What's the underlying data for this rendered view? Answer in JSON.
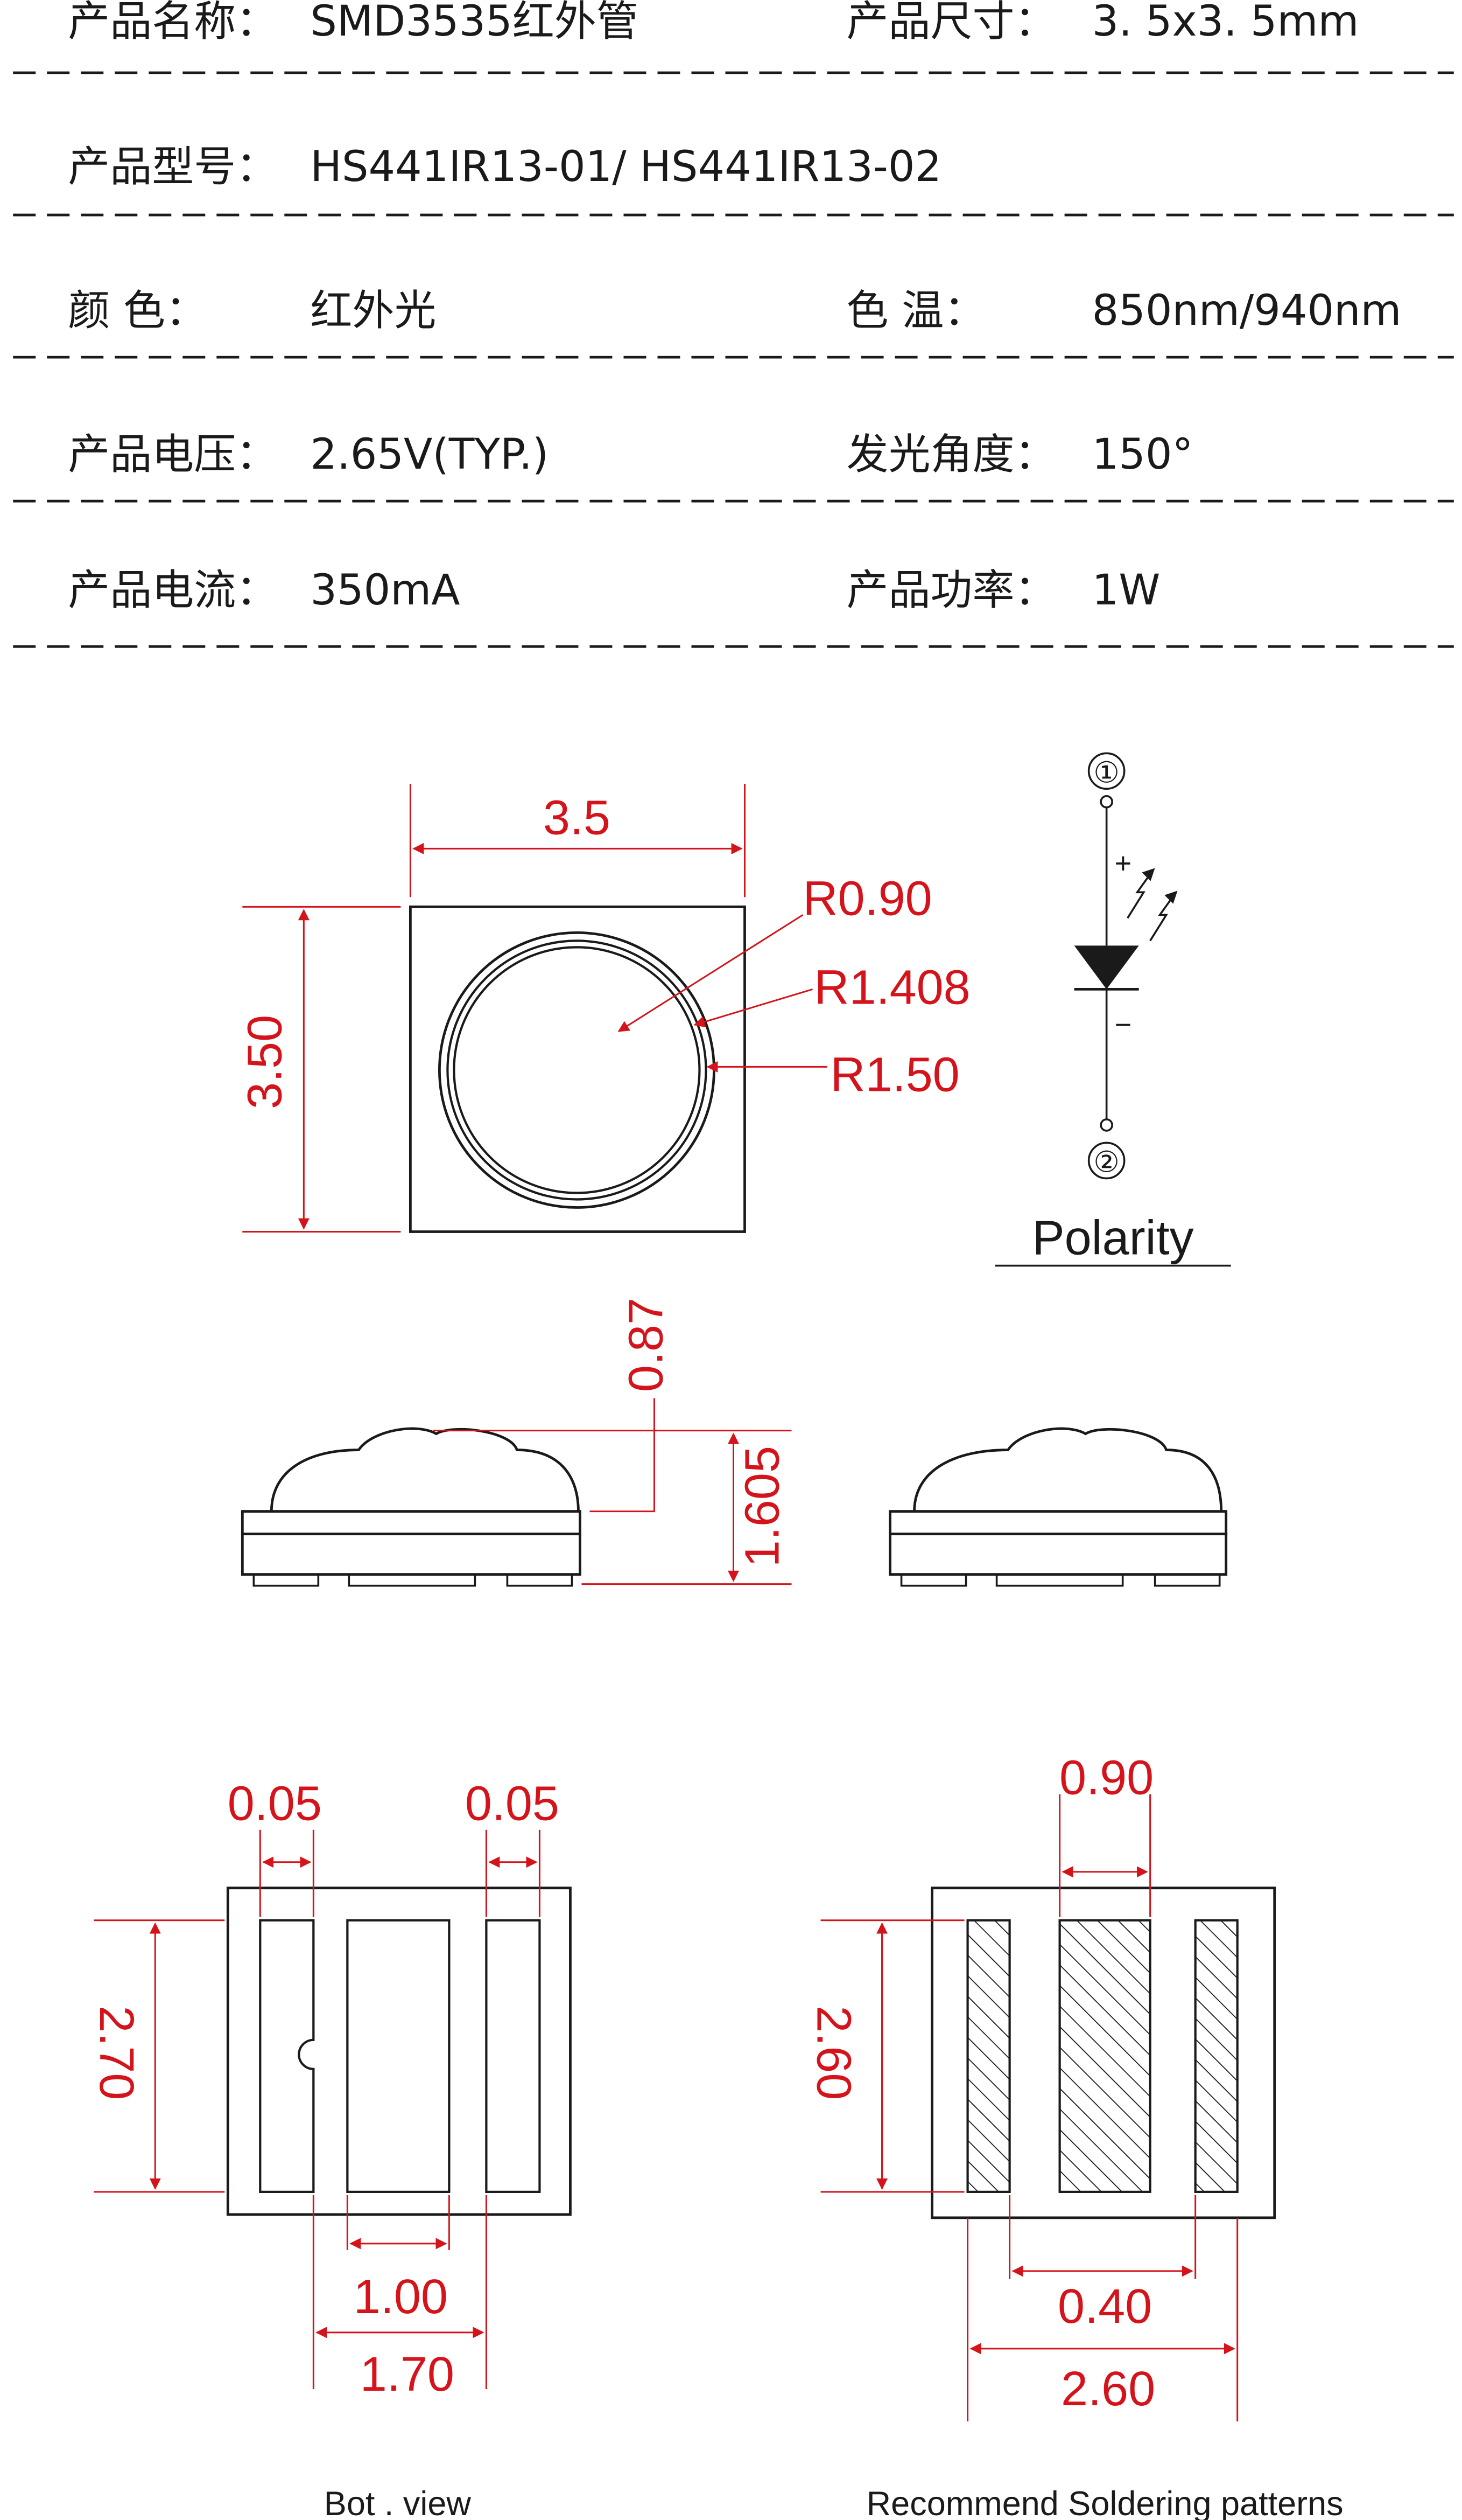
{
  "specs": [
    [
      {
        "label": "产品名称：",
        "value": "SMD3535红外管"
      },
      {
        "label": "产品尺寸：",
        "value": "3. 5x3. 5mm"
      }
    ],
    [
      {
        "label": "产品型号：",
        "value": "HS441IR13-01/ HS441IR13-02"
      }
    ],
    [
      {
        "label": "颜      色：",
        "value": "红外光"
      },
      {
        "label": "色      温：",
        "value": "850nm/940nm"
      }
    ],
    [
      {
        "label": "产品电压：",
        "value": "2.65V(TYP.)"
      },
      {
        "label": "发光角度：",
        "value": "150°"
      }
    ],
    [
      {
        "label": "产品电流：",
        "value": "350mA"
      },
      {
        "label": "产品功率：",
        "value": "1W"
      }
    ]
  ],
  "top_view": {
    "width": "3.5",
    "height": "3.50",
    "radii": [
      "R0.90",
      "R1.408",
      "R1.50"
    ]
  },
  "polarity": {
    "pin1": "①",
    "pin2": "②",
    "plus": "+",
    "minus": "−",
    "label": "Polarity"
  },
  "side_view": {
    "lens_height": "0.87",
    "total_height": "1.605"
  },
  "bottom_view": {
    "gap_left": "0.05",
    "gap_right": "0.05",
    "pad_height": "2.70",
    "center_pad_width": "1.00",
    "pad_span": "1.70",
    "caption": "Bot . view"
  },
  "soldering": {
    "center_pad_width": "0.90",
    "pad_height": "2.60",
    "gap": "0.40",
    "total_width": "2.60",
    "caption": "Recommend Soldering patterns"
  },
  "colors": {
    "outline": "#1a1a1a",
    "dimension": "#d4131b"
  }
}
